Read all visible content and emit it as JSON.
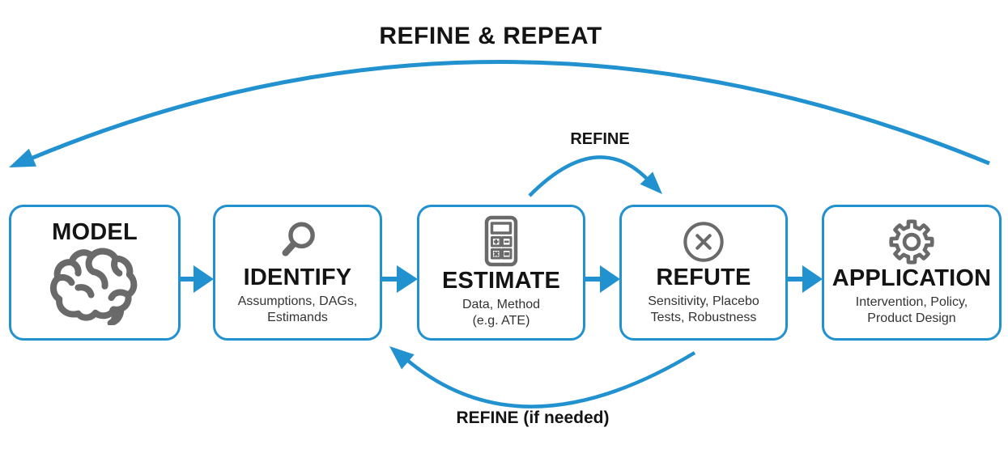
{
  "colors": {
    "accent_blue": "#2191d0",
    "icon_gray": "#6a6a6a",
    "title_black": "#141414",
    "subtitle_dark": "#333333"
  },
  "loop_labels": {
    "top": "REFINE & REPEAT",
    "middle": "REFINE",
    "bottom": "REFINE (if needed)"
  },
  "stages": [
    {
      "title": "MODEL",
      "icon": "brain-icon",
      "subtitle_lines": []
    },
    {
      "title": "IDENTIFY",
      "icon": "magnifier-icon",
      "subtitle_lines": [
        "Assumptions, DAGs,",
        "Estimands"
      ]
    },
    {
      "title": "ESTIMATE",
      "icon": "calculator-icon",
      "subtitle_lines": [
        "Data, Method",
        "(e.g. ATE)"
      ]
    },
    {
      "title": "REFUTE",
      "icon": "x-circle-icon",
      "subtitle_lines": [
        "Sensitivity, Placebo",
        "Tests, Robustness"
      ]
    },
    {
      "title": "APPLICATION",
      "icon": "gear-icon",
      "subtitle_lines": [
        "Intervention, Policy,",
        "Product Design"
      ]
    }
  ]
}
